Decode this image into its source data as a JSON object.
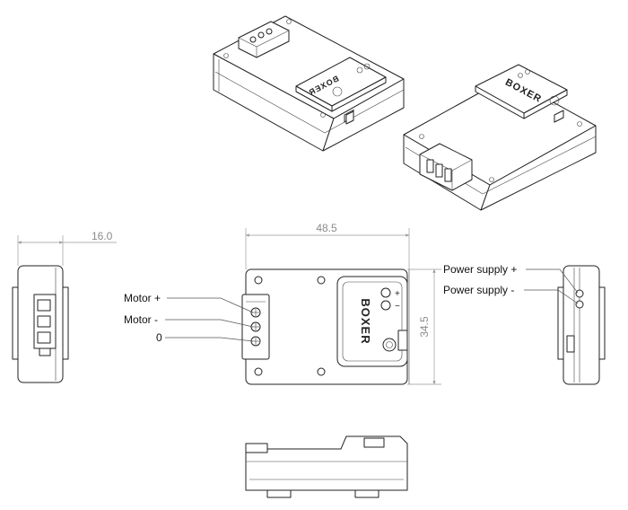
{
  "dimensions": {
    "width": "48.5",
    "height": "34.5",
    "depth": "16.0"
  },
  "labels": {
    "motor_plus": "Motor +",
    "motor_minus": "Motor -",
    "zero": "0",
    "power_plus": "Power supply +",
    "power_minus": "Power supply -"
  },
  "brand": "BOXER",
  "symbols": {
    "plus": "+",
    "minus": "−"
  }
}
